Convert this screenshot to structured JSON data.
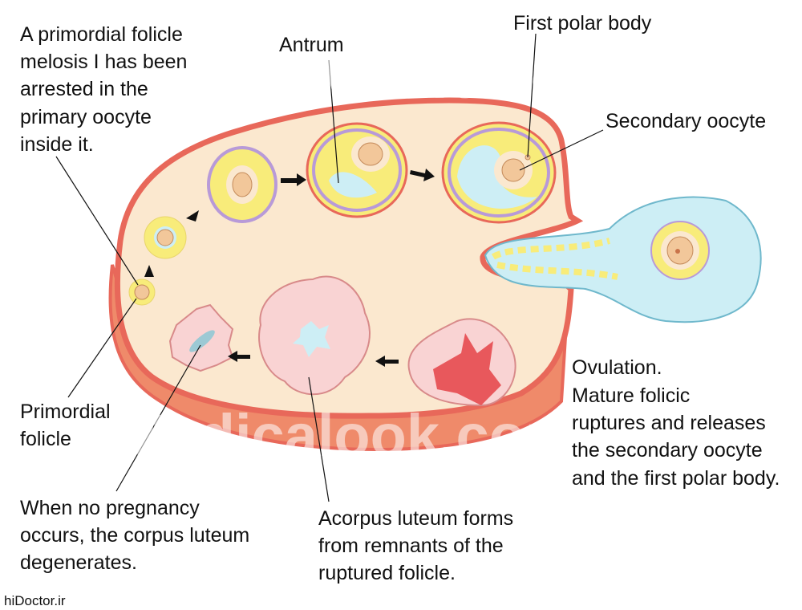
{
  "labels": {
    "primordial_arrested": [
      "A primordial folicle",
      "melosis I has been",
      "arrested in the",
      "primary oocyte",
      "inside it."
    ],
    "antrum": "Antrum",
    "first_polar_body": "First polar body",
    "secondary_oocyte": "Secondary oocyte",
    "primordial_folicle": [
      "Primordial",
      "folicle"
    ],
    "degenerates": [
      "When no pregnancy",
      "occurs, the corpus luteum",
      "degenerates."
    ],
    "corpus_luteum_forms": [
      "Acorpus luteum forms",
      "from remnants of the",
      "ruptured folicle."
    ],
    "ovulation": [
      "Ovulation.",
      "Mature folicic",
      "ruptures and releases",
      "the secondary oocyte",
      "and the first polar body."
    ]
  },
  "watermark": "Medicalook.com",
  "credit": "hiDoctor.ir",
  "colors": {
    "ovary_border": "#e8685a",
    "ovary_fill": "#fbe8cf",
    "granulosa": "#f8ec7a",
    "antrum": "#cdeef5",
    "oocyte": "#f2c79a",
    "corpus_luteum": "#f9d3d3",
    "ruptured": "#e8585c"
  }
}
